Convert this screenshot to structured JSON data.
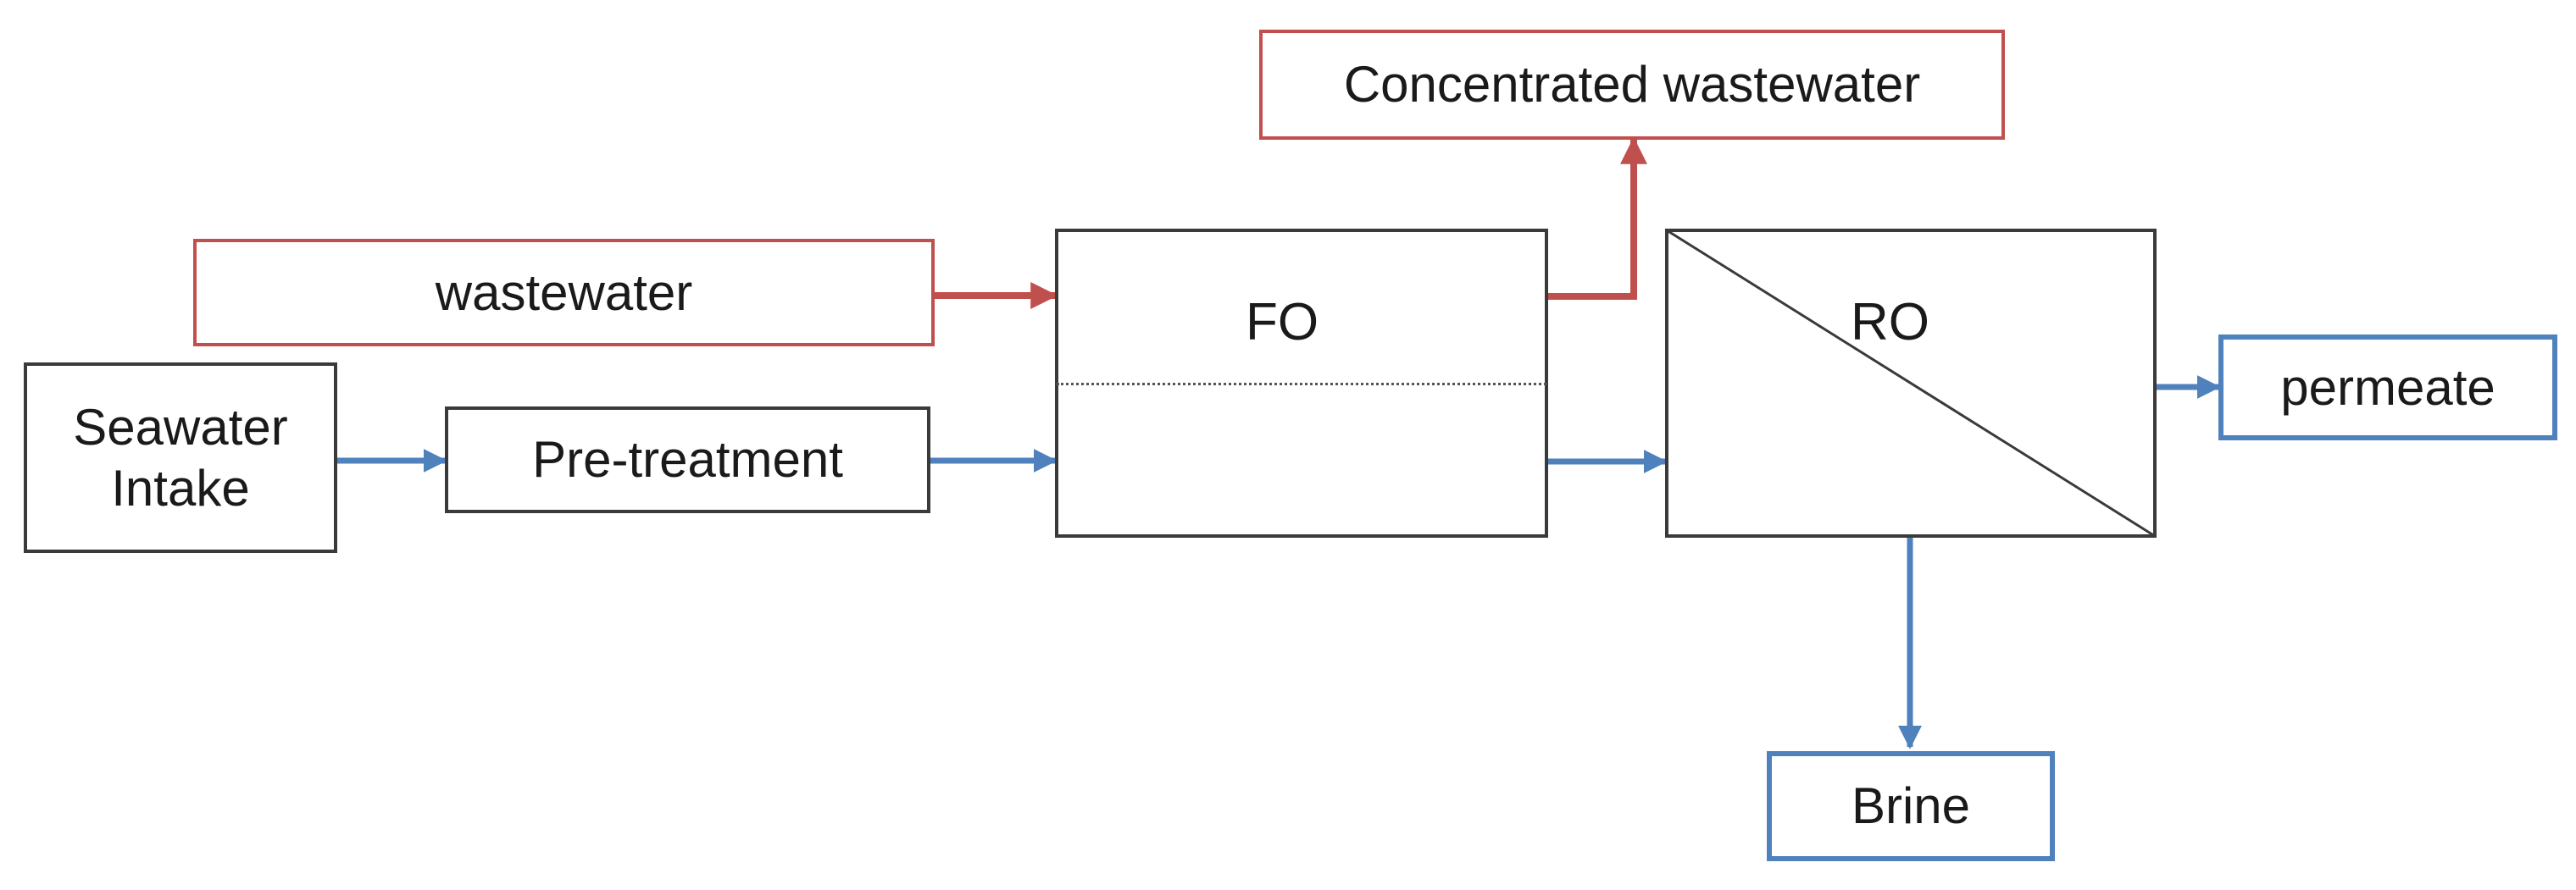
{
  "nodes": {
    "seawater_intake": "Seawater\nIntake",
    "pretreatment": "Pre-treatment",
    "wastewater": "wastewater",
    "concentrated_wastewater": "Concentrated wastewater",
    "fo": "FO",
    "ro": "RO",
    "permeate": "permeate",
    "brine": "Brine"
  },
  "colors": {
    "feed_outline": "#3a3a3a",
    "wastewater_stream": "#c0504d",
    "water_stream": "#4f81bd"
  },
  "edges": [
    {
      "from": "Seawater Intake",
      "to": "Pre-treatment",
      "stream": "water"
    },
    {
      "from": "Pre-treatment",
      "to": "FO",
      "stream": "water"
    },
    {
      "from": "wastewater",
      "to": "FO",
      "stream": "wastewater"
    },
    {
      "from": "FO",
      "to": "Concentrated wastewater",
      "stream": "wastewater"
    },
    {
      "from": "FO",
      "to": "RO",
      "stream": "water"
    },
    {
      "from": "RO",
      "to": "permeate",
      "stream": "water"
    },
    {
      "from": "RO",
      "to": "Brine",
      "stream": "water"
    }
  ]
}
